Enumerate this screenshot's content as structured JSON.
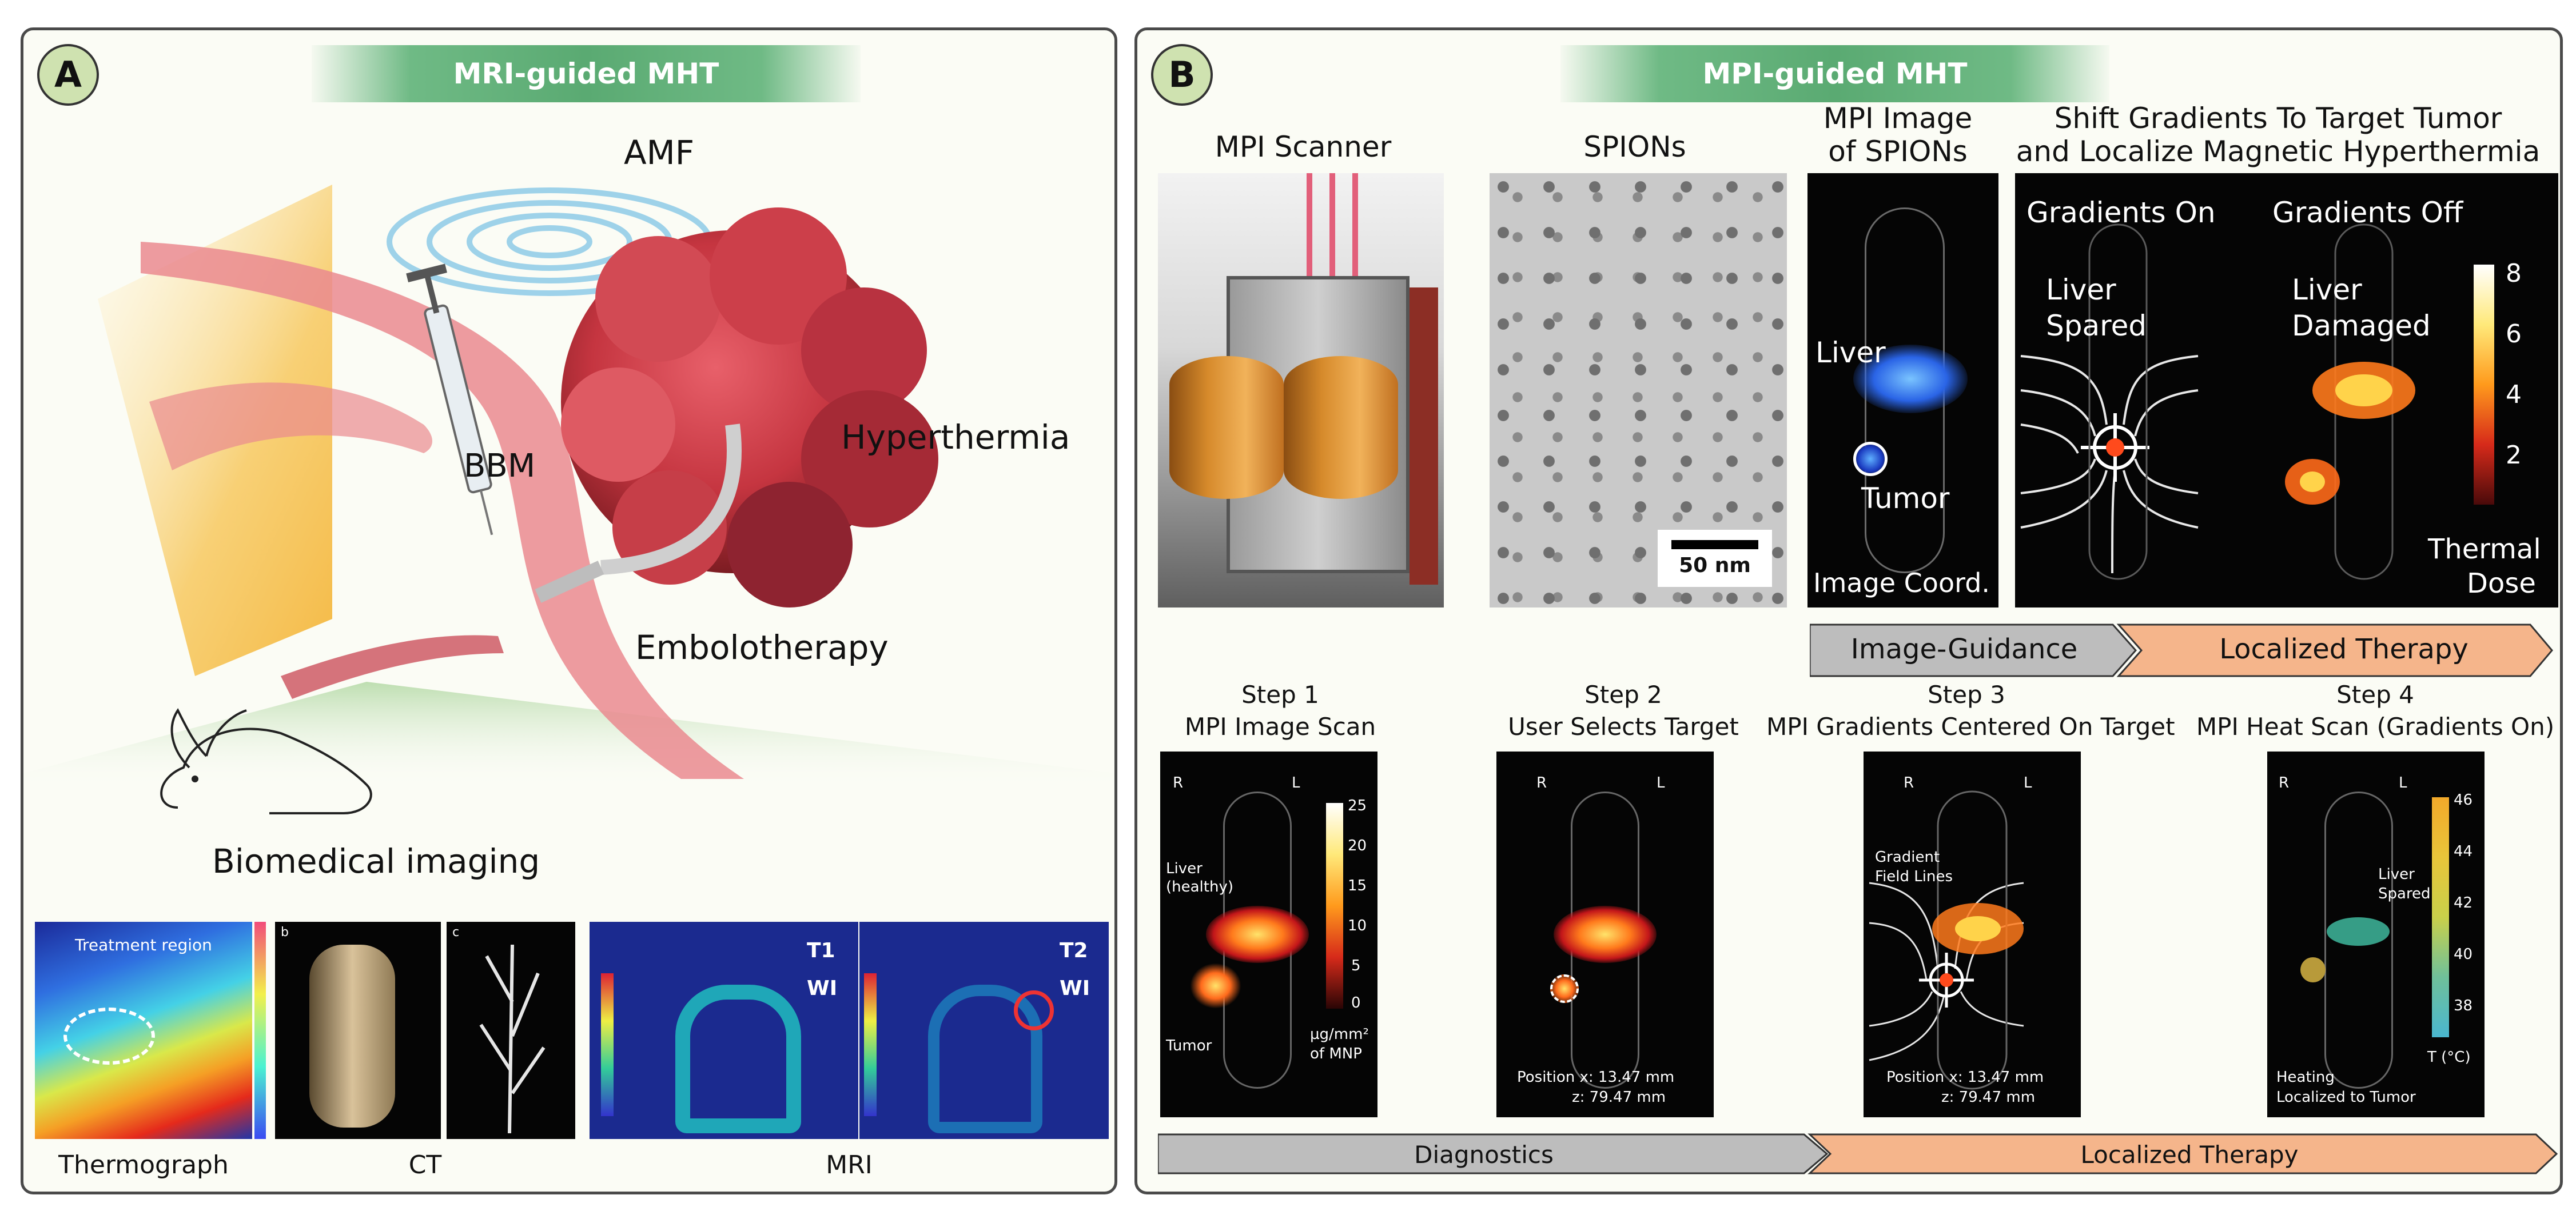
{
  "panel_a": {
    "badge": "A",
    "banner": "MRI-guided MHT",
    "labels": {
      "amf": "AMF",
      "bbm": "BBM",
      "hyperthermia": "Hyperthermia",
      "embolotherapy": "Embolotherapy",
      "biomedical_imaging": "Biomedical imaging"
    },
    "imaging": {
      "thermograph_caption": "Thermograph",
      "treatment_region": "Treatment region",
      "ct_caption": "CT",
      "ct_sub_b": "b",
      "ct_sub_c": "c",
      "mri_caption": "MRI",
      "t1": "T1",
      "t1_wi": "WI",
      "t2": "T2",
      "t2_wi": "WI"
    }
  },
  "panel_b": {
    "badge": "B",
    "banner": "MPI-guided MHT",
    "top_row": {
      "scanner_title": "MPI Scanner",
      "spions_title": "SPIONs",
      "scale_bar": "50 nm",
      "mpi_image_title_1": "MPI Image",
      "mpi_image_title_2": "of SPIONs",
      "liver": "Liver",
      "tumor": "Tumor",
      "image_coord": "Image Coord.",
      "shift_title_1": "Shift Gradients To Target Tumor",
      "shift_title_2": "and Localize Magnetic Hyperthermia",
      "gradients_on": "Gradients On",
      "gradients_off": "Gradients Off",
      "liver_spared_1": "Liver",
      "liver_spared_2": "Spared",
      "liver_damaged_1": "Liver",
      "liver_damaged_2": "Damaged",
      "thermal_dose_1": "Thermal",
      "thermal_dose_2": "Dose",
      "colorbar_ticks": [
        "8",
        "6",
        "4",
        "2"
      ]
    },
    "mid_arrows": {
      "image_guidance": "Image-Guidance",
      "localized_therapy": "Localized Therapy"
    },
    "steps": [
      {
        "title": "Step 1",
        "subtitle": "MPI Image Scan"
      },
      {
        "title": "Step 2",
        "subtitle": "User Selects Target"
      },
      {
        "title": "Step 3",
        "subtitle": "MPI Gradients Centered On Target"
      },
      {
        "title": "Step 4",
        "subtitle": "MPI Heat Scan (Gradients On)"
      }
    ],
    "step1": {
      "r": "R",
      "l": "L",
      "liver_1": "Liver",
      "liver_2": "(healthy)",
      "tumor": "Tumor",
      "cb_ticks": [
        "25",
        "20",
        "15",
        "10",
        "5",
        "0"
      ],
      "unit_1": "µg/mm²",
      "unit_2": "of MNP"
    },
    "step2": {
      "r": "R",
      "l": "L",
      "pos_1": "Position x: 13.47 mm",
      "pos_2": "z: 79.47 mm"
    },
    "step3": {
      "r": "R",
      "l": "L",
      "gradient_1": "Gradient",
      "gradient_2": "Field Lines",
      "pos_1": "Position x: 13.47 mm",
      "pos_2": "z: 79.47 mm"
    },
    "step4": {
      "r": "R",
      "l": "L",
      "liver_1": "Liver",
      "liver_2": "Spared",
      "heating_1": "Heating",
      "heating_2": "Localized to Tumor",
      "cb_ticks": [
        "46",
        "44",
        "42",
        "40",
        "38"
      ],
      "unit": "T (°C)"
    },
    "bottom_arrows": {
      "diagnostics": "Diagnostics",
      "localized_therapy": "Localized Therapy"
    }
  },
  "colors": {
    "panel_border": "#4a4a4a",
    "badge_fill": "#cfe2b0",
    "banner_green": "#5aaa72",
    "gray_arrow": "#bdbdbd",
    "orange_arrow": "#f5b58b",
    "vessel_red": "#e7858a",
    "tumor_red": "#c8323c"
  }
}
